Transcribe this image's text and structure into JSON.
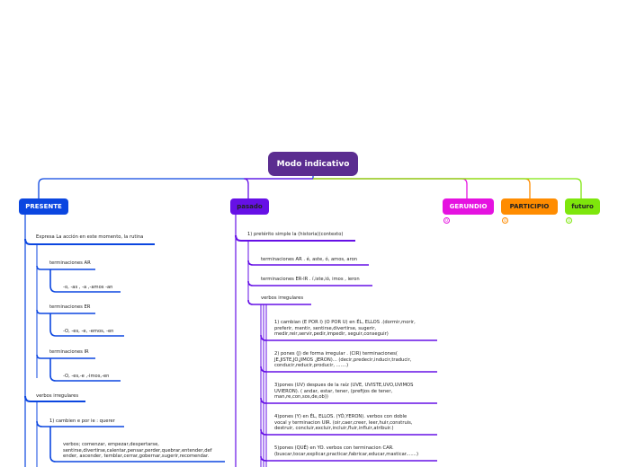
{
  "root": {
    "title": "Modo indicativo"
  },
  "branches": {
    "presente": "PRESENTE",
    "pasado": "pasado",
    "gerundio": "GERUNDIO",
    "participio": "PARTICIPIO",
    "futuro": "futuro"
  },
  "badges": {
    "gerundio": "0",
    "participio": "0",
    "futuro": "0"
  },
  "colors": {
    "root": "#5b2d90",
    "presente": "#0b46e0",
    "pasado": "#6610e6",
    "gerundio": "#e512e0",
    "participio": "#ff8c00",
    "futuro": "#7ee60c"
  },
  "presente": {
    "expresa": "Expresa La acción en este momento, la rutina",
    "ar": "terminaciones AR",
    "ar_end": "-o, -as , -a ,-amos -an",
    "er": "terminaciones ER",
    "er_end": "-O, -es, -e, -emos, -en",
    "ir": "terminaciones IR",
    "ir_end": "-O, -es,-e ,-imos,-en",
    "irregulares": "verbos irregulares",
    "cambien": "1) cambien e por ie : querer",
    "verbos": [
      "verbos; comenzar, empezar,despertarse,",
      "sentirse,divertirse,calentar,pensar,perder,quebrar,entender,def",
      "ender, ascender, temblar,cerrar,gobernar,sugerir,recomendar."
    ]
  },
  "pasado": {
    "preterito": "1) pretérito simple la (historia)(contexto)",
    "ar": "terminaciones AR . é, aste, ó, amos, aron",
    "erir": "terminaciones ER-IR . í,iste,ió, imos , ieron",
    "irregulares": "verbos irregulares",
    "items": [
      [
        "1) cambian (E POR I) (O POR U) en ÉL, ELLOS .(dormir,morir,",
        "preferir, mentir, sentirse,divertirse, sugerir,",
        "medir,reir,servir,pedir,impedir, seguir,conseguir)"
      ],
      [
        "2) pones (J) de forma irregular . (CIR) terminaciones(",
        "JE,JISTE,JO,JIMOS ,JERON)... (decir,predecir,inducir,traducir,",
        "conducir,reducir,producir, .......)"
      ],
      [
        "3)pones (UV) despues de la raíz (UVE, UVISTE,UVO,UVIMOS",
        "UVIERON). ( andar, estar, tener, (prefijos de tener,",
        "man,re,con,sos,de,ob))"
      ],
      [
        "4)pones (Y) en ÉL, ELLOS. (YÓ,YERON). verbos con doble",
        "vocal y terminacion UIR. (oir,caer,creer, leer,huir,construis,",
        "destruir, concluir,excluir,incluir,fluir,influir,atribuir.)"
      ],
      [
        "5)pones (QUÉ) en YO. verbos con terminacion CAR.",
        "(buscar,tocar,explicar,practicar,fabricar,educar,masticar.......)"
      ]
    ]
  }
}
